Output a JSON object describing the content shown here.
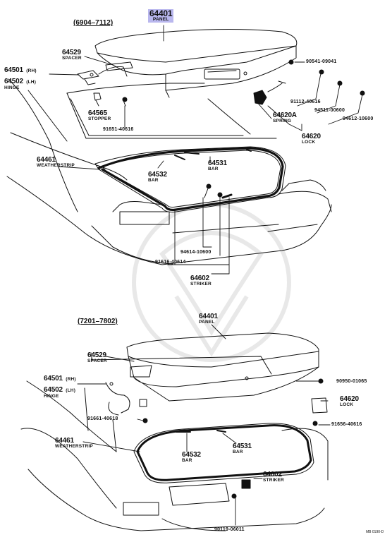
{
  "sections": {
    "top": {
      "years": "(6904–7112)"
    },
    "bottom": {
      "years": "(7201–7802)"
    }
  },
  "top": {
    "panel": {
      "pn": "64401",
      "name": "PANEL"
    },
    "spacer": {
      "pn": "64529",
      "name": "SPACER"
    },
    "hinge_rh": {
      "pn": "64501",
      "side": "(RH)"
    },
    "hinge_lh": {
      "pn": "64502",
      "side": "(LH)"
    },
    "hinge_name": "HINGE",
    "bolt_90541": "90541-09041",
    "stopper": {
      "pn": "64565",
      "name": "STOPPER"
    },
    "bolt_91651": "91651-40616",
    "bolt_91112": "91112-40616",
    "nut_94511": "94511-00600",
    "nut_94612": "94612-10600",
    "spring": {
      "pn": "64620A",
      "name": "SPRING"
    },
    "lock": {
      "pn": "64620",
      "name": "LOCK"
    },
    "weatherstrip": {
      "pn": "64461",
      "name": "WEATHERSTRIP"
    },
    "bar_64532": {
      "pn": "64532",
      "name": "BAR"
    },
    "bar_64531": {
      "pn": "64531",
      "name": "BAR"
    },
    "nut_94614": "94614-10600",
    "bolt_91616": "91616-40614",
    "striker": {
      "pn": "64602",
      "name": "STRIKER"
    }
  },
  "bottom": {
    "panel": {
      "pn": "64401",
      "name": "PANEL"
    },
    "spacer": {
      "pn": "64529",
      "name": "SPACER"
    },
    "hinge_rh": {
      "pn": "64501",
      "side": "(RH)"
    },
    "hinge_lh": {
      "pn": "64502",
      "side": "(LH)"
    },
    "hinge_name": "HINGE",
    "bolt_90950": "90950-01065",
    "lock": {
      "pn": "64620",
      "name": "LOCK"
    },
    "bolt_91661": "91661-40618",
    "bolt_91656": "91656-40616",
    "weatherstrip": {
      "pn": "64461",
      "name": "WEATHERSTRIP"
    },
    "bar_64532": {
      "pn": "64532",
      "name": "BAR"
    },
    "bar_64531": {
      "pn": "64531",
      "name": "BAR"
    },
    "striker": {
      "pn": "64602",
      "name": "STRIKER"
    },
    "bolt_90119": "90119-06011"
  },
  "figure_code": "MB 0190-D",
  "colors": {
    "highlight": "#b9b7ee",
    "ink": "#111111",
    "watermark": "#e4e4e4"
  }
}
